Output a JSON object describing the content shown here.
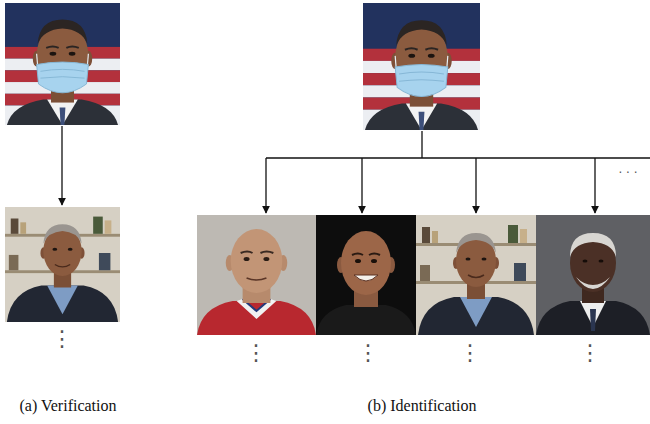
{
  "diagram": {
    "labels": [
      "(a) Verification",
      "(b) Identification",
      "⋮",
      "⋮",
      "⋮",
      "⋮",
      "⋮",
      "· · ·"
    ]
  }
}
